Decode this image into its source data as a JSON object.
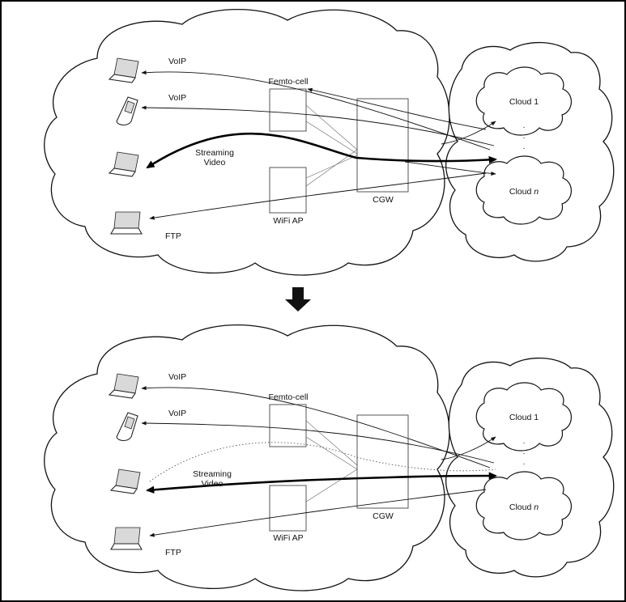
{
  "colors": {
    "line": "#111111",
    "background": "#ffffff",
    "box": "#444444"
  },
  "arrow": {
    "icon": "down-arrow-icon"
  },
  "panels": [
    {
      "id": "before",
      "flows": [
        {
          "label": "VoIP",
          "device": "laptop-icon"
        },
        {
          "label": "VoIP",
          "device": "phone-icon"
        },
        {
          "label": [
            "Streaming",
            "Video"
          ],
          "device": "laptop-icon"
        },
        {
          "label": "FTP",
          "device": "laptop-icon"
        }
      ],
      "nodes": {
        "femto": "Femto-cell",
        "wifi": "WiFi AP",
        "cgw": "CGW"
      },
      "clouds": {
        "cloud1": "Cloud 1",
        "cloudn": "Cloud",
        "cloudn_italic": "n",
        "dots": "·  ·  ·"
      }
    },
    {
      "id": "after",
      "flows": [
        {
          "label": "VoIP",
          "device": "laptop-icon"
        },
        {
          "label": "VoIP",
          "device": "phone-icon"
        },
        {
          "label": [
            "Streaming",
            "Video"
          ],
          "device": "laptop-icon"
        },
        {
          "label": "FTP",
          "device": "laptop-icon"
        }
      ],
      "nodes": {
        "femto": "Femto-cell",
        "wifi": "WiFi AP",
        "cgw": "CGW"
      },
      "clouds": {
        "cloud1": "Cloud 1",
        "cloudn": "Cloud",
        "cloudn_italic": "n",
        "dots": "·  ·  ·"
      }
    }
  ]
}
